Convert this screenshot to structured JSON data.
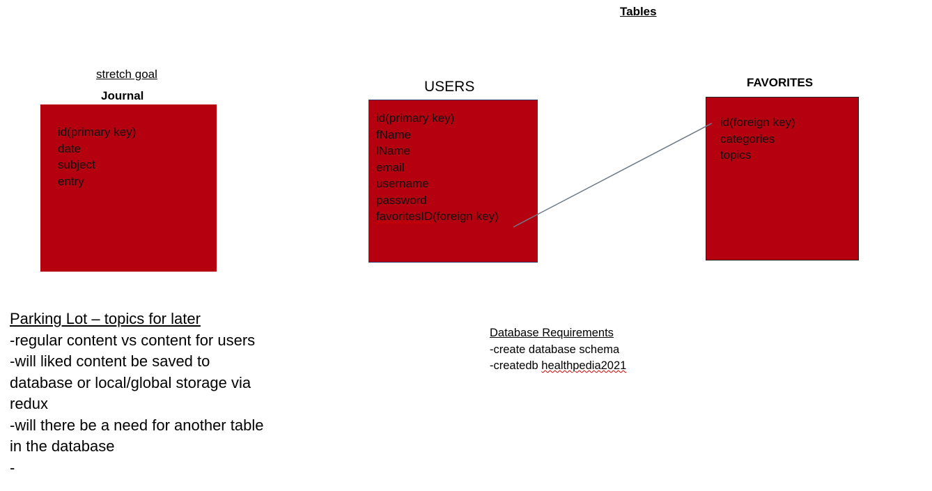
{
  "header": {
    "title": "Tables"
  },
  "journal": {
    "note": "stretch goal",
    "title": "Journal",
    "fields": [
      "id(primary key)",
      "date",
      "subject",
      "entry"
    ],
    "fill_color": "#b5000f"
  },
  "users": {
    "title": "USERS",
    "fields": [
      "id(primary key)",
      "fName",
      "lName",
      "email",
      "username",
      "password"
    ],
    "fk_field": {
      "name": "favoritesID",
      "suffix": "(foreign key)"
    },
    "fill_color": "#b5000f"
  },
  "favorites": {
    "title": "FAVORITES",
    "fields": [
      "id(foreign key)",
      "categories",
      "topics"
    ],
    "fill_color": "#b5000f"
  },
  "parking_lot": {
    "heading": "Parking Lot – topics for later",
    "lines": [
      "-regular content vs content for users",
      "-will liked content be saved to",
      "database or local/global storage via",
      "redux",
      "-will there be a need for another table",
      "in the database",
      "-"
    ]
  },
  "db_requirements": {
    "heading": "Database Requirements",
    "line1": "-create database schema",
    "line2_prefix": "-createdb ",
    "line2_name": "healthpedia2021"
  }
}
